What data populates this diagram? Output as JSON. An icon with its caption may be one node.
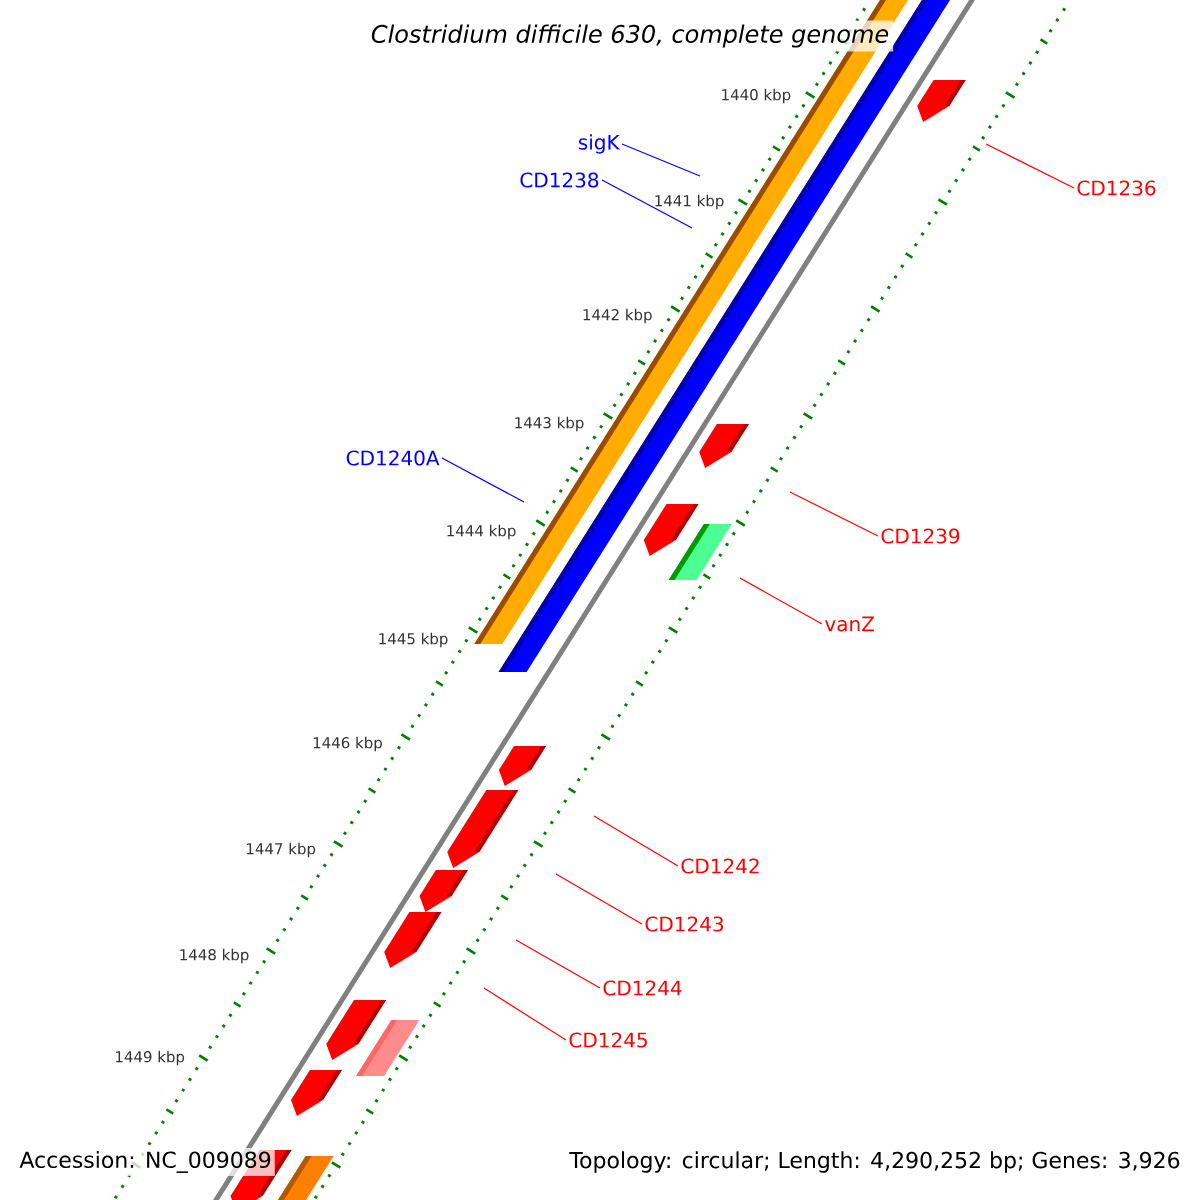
{
  "diagram": {
    "title": "Clostridium difficile 630, complete genome",
    "nodes": [
      {
        "text": [
          "sigK"
        ]
      },
      {
        "text": [
          "CD1238"
        ]
      },
      {
        "text": [
          "CD1240A"
        ]
      },
      {
        "text": [
          "CD1236"
        ]
      },
      {
        "text": [
          "CD1239"
        ]
      },
      {
        "text": [
          "vanZ"
        ]
      },
      {
        "text": [
          "CD1242"
        ]
      },
      {
        "text": [
          "CD1243"
        ]
      },
      {
        "text": [
          "CD1244"
        ]
      },
      {
        "text": [
          "CD1245"
        ]
      }
    ],
    "edges": [
      {
        "from": 0,
        "to": null,
        "arrow": "none",
        "color": "#0000ff"
      },
      {
        "from": 1,
        "to": null,
        "arrow": "none",
        "color": "#0000ff"
      },
      {
        "from": 2,
        "to": null,
        "arrow": "none",
        "color": "#0000ff"
      },
      {
        "from": 3,
        "to": null,
        "arrow": "none"
      },
      {
        "from": 4,
        "to": null,
        "arrow": "none"
      },
      {
        "from": 5,
        "to": null,
        "arrow": "none"
      },
      {
        "from": 6,
        "to": null,
        "arrow": "none"
      },
      {
        "from": 7,
        "to": null,
        "arrow": "none"
      },
      {
        "from": 8,
        "to": null,
        "arrow": "none"
      },
      {
        "from": 9,
        "to": null,
        "arrow": "none"
      }
    ],
    "labels": [
      "1440 kbp",
      "1441 kbp",
      "1442 kbp",
      "1443 kbp",
      "1444 kbp",
      "1445 kbp",
      "1446 kbp",
      "1447 kbp",
      "1448 kbp",
      "1449 kbp",
      "Accession: NC_009089",
      "Topology: circular; Length: 4,290,252 bp; Genes: 3,926"
    ]
  }
}
